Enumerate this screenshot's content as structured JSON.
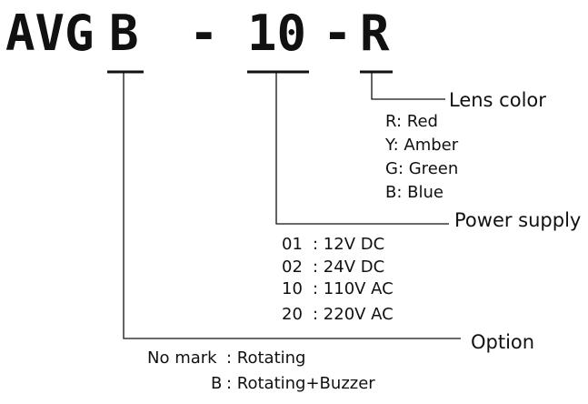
{
  "code": {
    "prefix": "AVG",
    "option": "B",
    "dash1": "-",
    "power": "10",
    "dash2": "-",
    "lens": "R"
  },
  "lens_color": {
    "heading": "Lens color",
    "items": [
      "R: Red",
      "Y: Amber",
      "G: Green",
      "B: Blue"
    ]
  },
  "power_supply": {
    "heading": "Power supply",
    "items": [
      {
        "code": "01",
        "value": ": 12V DC"
      },
      {
        "code": "02",
        "value": ": 24V DC"
      },
      {
        "code": "10",
        "value": ": 110V AC"
      },
      {
        "code": "20",
        "value": ": 220V AC"
      }
    ]
  },
  "option": {
    "heading": "Option",
    "items": [
      {
        "code": "No mark",
        "value": ": Rotating"
      },
      {
        "code": "B",
        "value": ": Rotating+Buzzer"
      }
    ]
  },
  "colors": {
    "ink": "#111111",
    "background": "#ffffff"
  }
}
